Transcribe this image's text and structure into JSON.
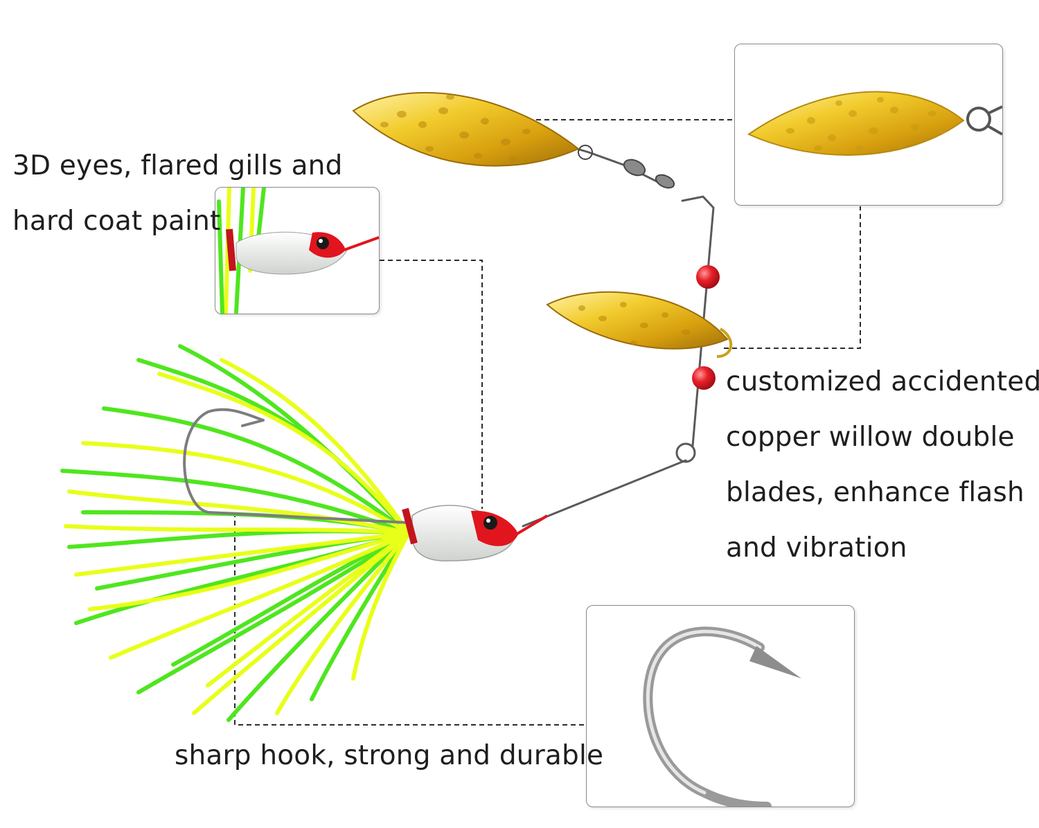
{
  "callouts": {
    "eyes_line1": "3D eyes, flared gills and",
    "eyes_line2": "hard coat paint",
    "blades_line1": "customized accidented",
    "blades_line2": "copper willow double",
    "blades_line3": "blades, enhance flash",
    "blades_line4": "and vibration",
    "hook": "sharp hook, strong and durable"
  },
  "colors": {
    "skirt_green": "#4fe61e",
    "skirt_yellow": "#e8ff1a",
    "blade_gold": "#e3b817",
    "head_red": "#e0151e",
    "bead_red": "#e8202a",
    "leader_line": "#2b2b2b"
  }
}
